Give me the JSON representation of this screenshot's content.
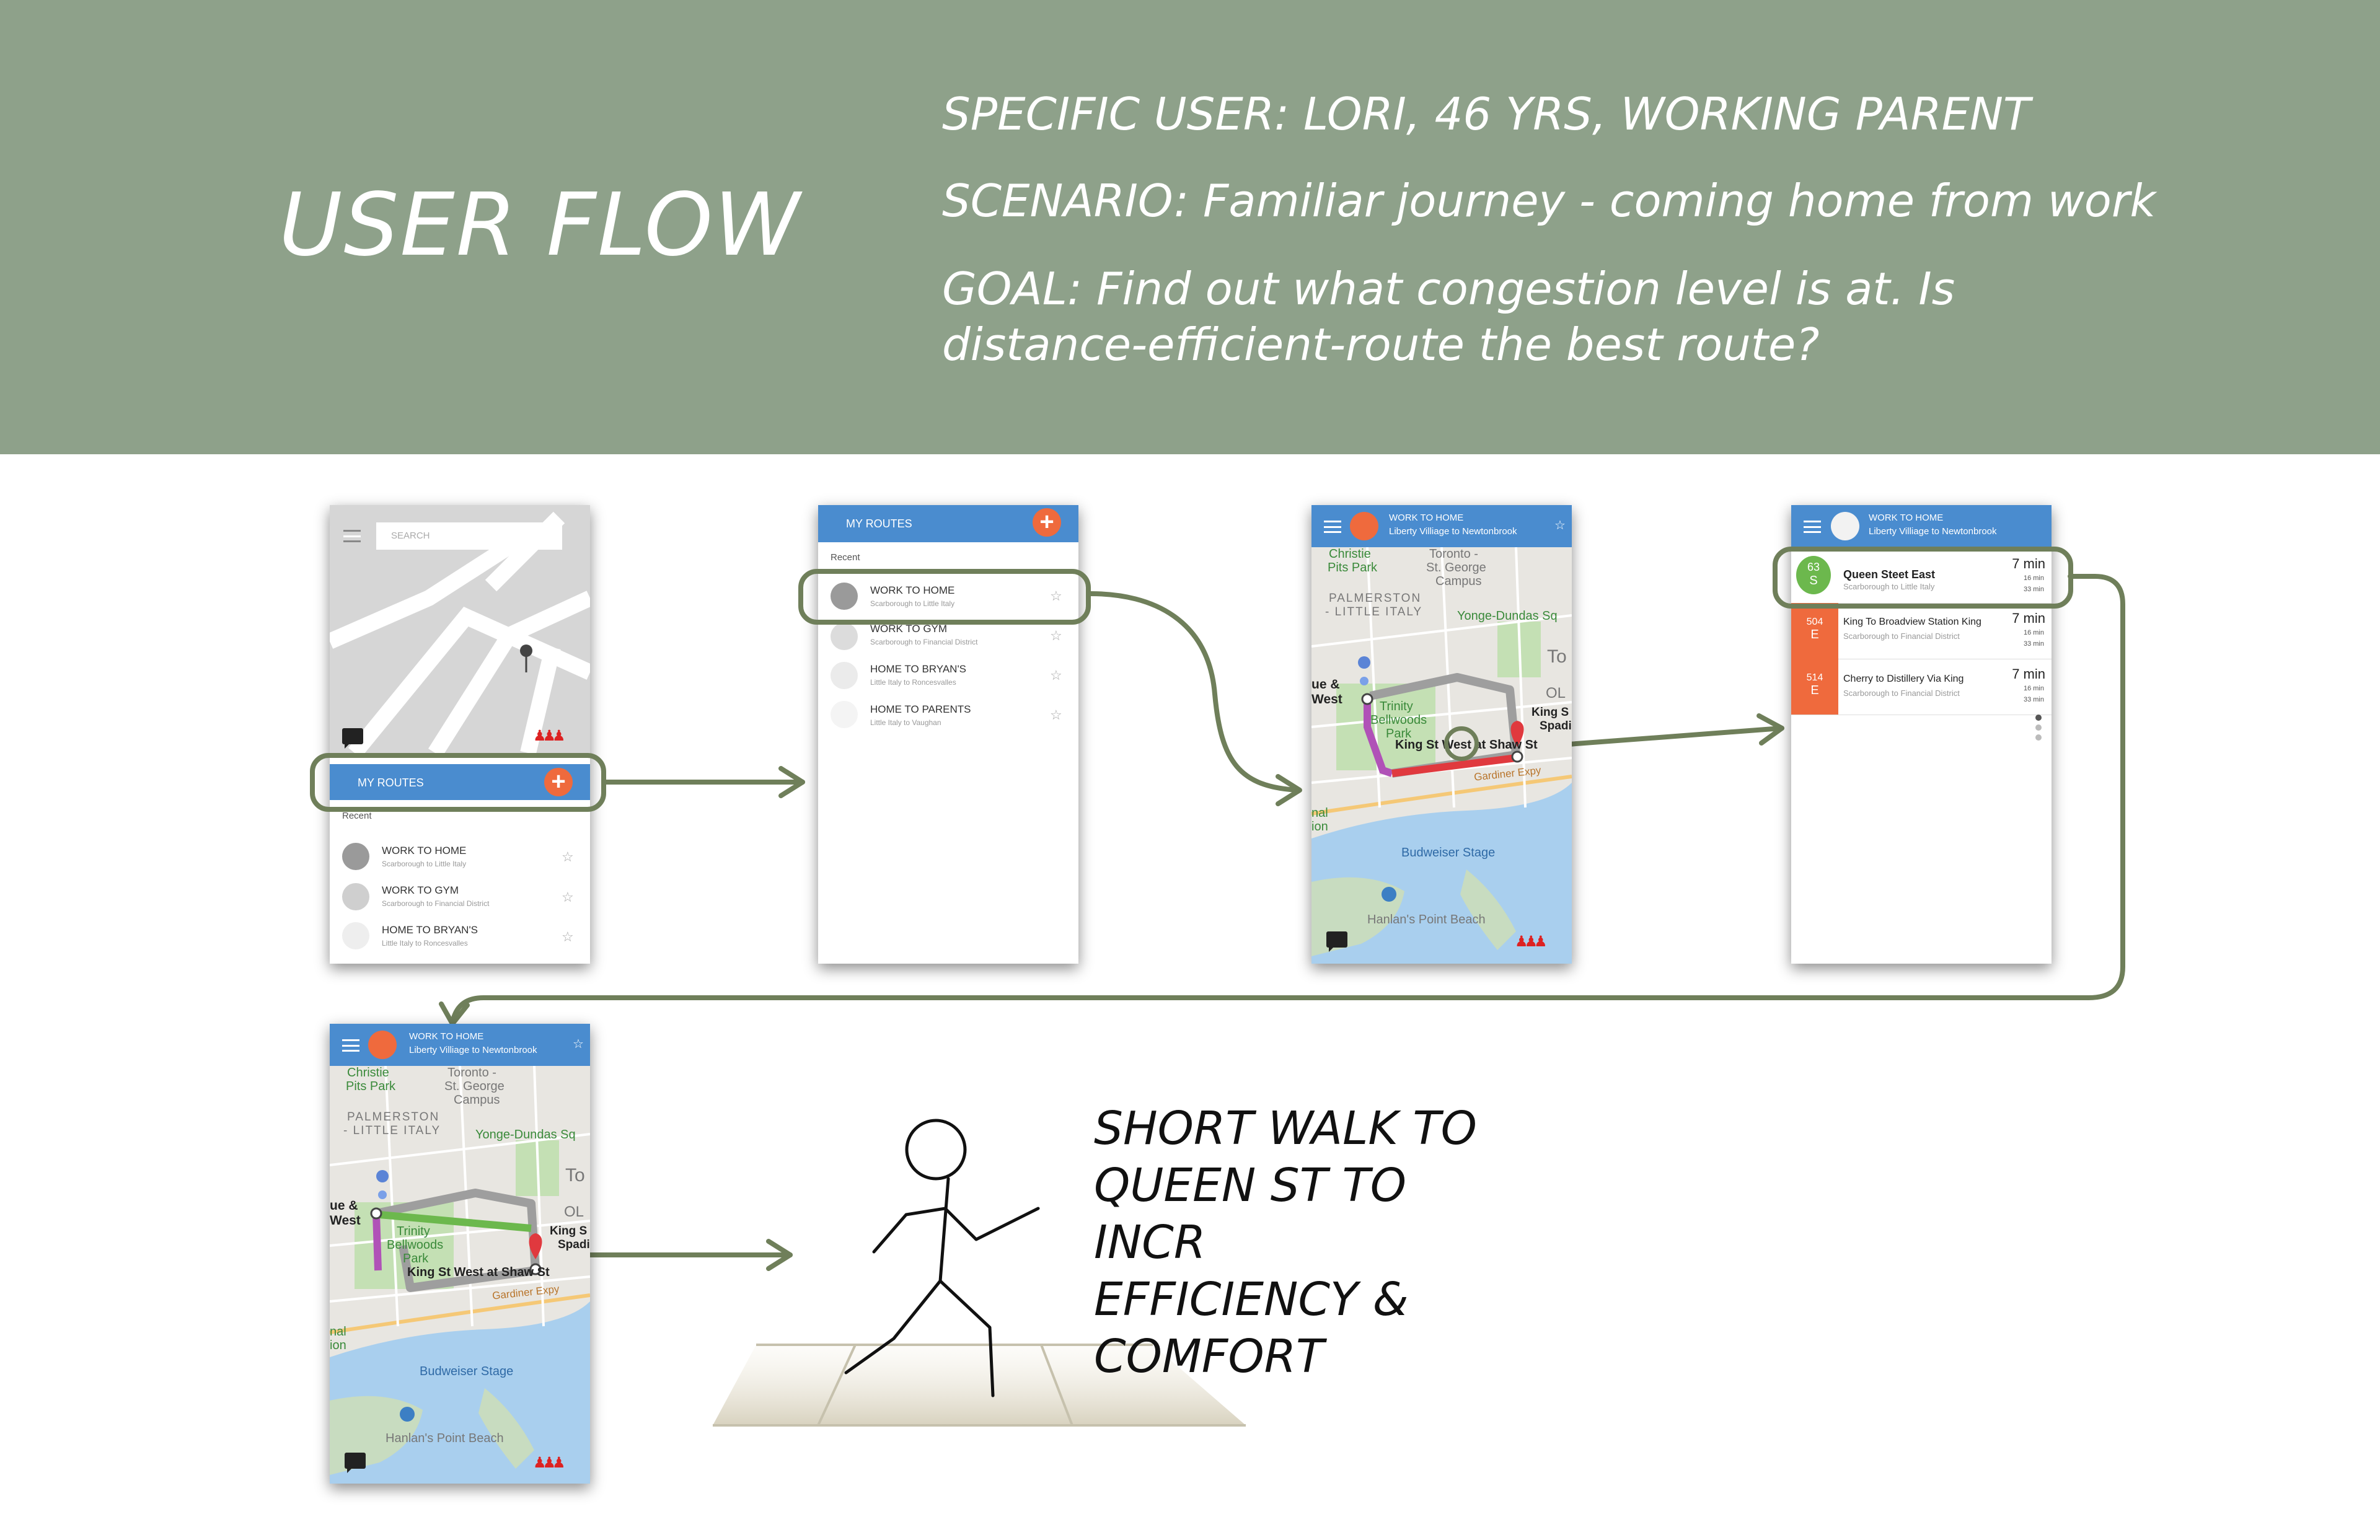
{
  "header": {
    "title": "USER FLOW",
    "user": "SPECIFIC USER: LORI, 46 YRS, WORKING PARENT",
    "scenario": "SCENARIO: Familiar journey - coming home from work",
    "goal_line1": "GOAL: Find out what congestion level is at. Is",
    "goal_line2": "distance-efficient-route the best route?"
  },
  "screen1": {
    "search_placeholder": "SEARCH",
    "myroutes_label": "MY ROUTES",
    "add_label": "+",
    "recent_label": "Recent",
    "routes": [
      {
        "title": "WORK TO HOME",
        "sub": "Scarborough to Little Italy"
      },
      {
        "title": "WORK TO GYM",
        "sub": "Scarborough to Financial District"
      },
      {
        "title": "HOME TO BRYAN'S",
        "sub": "Little Italy to Roncesvalles"
      }
    ]
  },
  "screen2": {
    "myroutes_label": "MY ROUTES",
    "add_label": "+",
    "recent_label": "Recent",
    "routes": [
      {
        "title": "WORK TO HOME",
        "sub": "Scarborough to Little Italy"
      },
      {
        "title": "WORK TO GYM",
        "sub": "Scarborough to Financial District"
      },
      {
        "title": "HOME TO BRYAN'S",
        "sub": "Little Italy to Roncesvalles"
      },
      {
        "title": "HOME TO PARENTS",
        "sub": "Little Italy to Vaughan"
      }
    ]
  },
  "screen3": {
    "route_title": "WORK TO HOME",
    "route_sub": "Liberty Villiage to Newtonbrook",
    "map_labels": {
      "christie": "Christie",
      "pits": "Pits Park",
      "toronto": "Toronto -",
      "stgeorge": "St. George",
      "campus": "Campus",
      "palmerston": "PALMERSTON",
      "littleitaly": "- LITTLE ITALY",
      "yonge": "Yonge-Dundas Sq",
      "trinity": "Trinity",
      "bellwoods": "Bellwoods",
      "park": "Park",
      "ue": "ue &",
      "west": "West",
      "king": "King S",
      "spad": "Spadi",
      "kingwest": "King St West at Shaw St",
      "gardiner": "Gardiner Expy",
      "budweiser": "Budweiser Stage",
      "hanlan": "Hanlan's Point Beach",
      "nal": "nal",
      "ion": "ion",
      "ol": "OL",
      "to": "To"
    }
  },
  "screen4": {
    "route_title": "WORK TO HOME",
    "route_sub": "Liberty Villiage to Newtonbrook",
    "options": [
      {
        "num": "63",
        "letter": "S",
        "name": "Queen Steet East",
        "sub": "Scarborough to Little Italy",
        "time": "7 min",
        "t2": "16 min",
        "t3": "33 min",
        "color": "#6cb84d"
      },
      {
        "num": "504",
        "letter": "E",
        "name": "King To Broadview Station King",
        "sub": "Scarborough to Financial District",
        "time": "7 min",
        "t2": "16 min",
        "t3": "33 min",
        "color": "#ef6a3d"
      },
      {
        "num": "514",
        "letter": "E",
        "name": "Cherry to Distillery Via King",
        "sub": "Scarborough to Financial District",
        "time": "7 min",
        "t2": "16 min",
        "t3": "33 min",
        "color": "#ef6a3d"
      }
    ]
  },
  "screen5": {
    "route_title": "WORK TO HOME",
    "route_sub": "Liberty Villiage to Newtonbrook"
  },
  "caption": {
    "line1": "SHORT WALK TO",
    "line2": "QUEEN ST TO",
    "line3": "INCR",
    "line4": "EFFICIENCY &",
    "line5": "COMFORT"
  },
  "colors": {
    "header_bg": "#8ea18a",
    "appbar": "#4a8ccf",
    "accent": "#ef6a3d",
    "green": "#6cb84d",
    "highlight": "#6f7f5a"
  }
}
